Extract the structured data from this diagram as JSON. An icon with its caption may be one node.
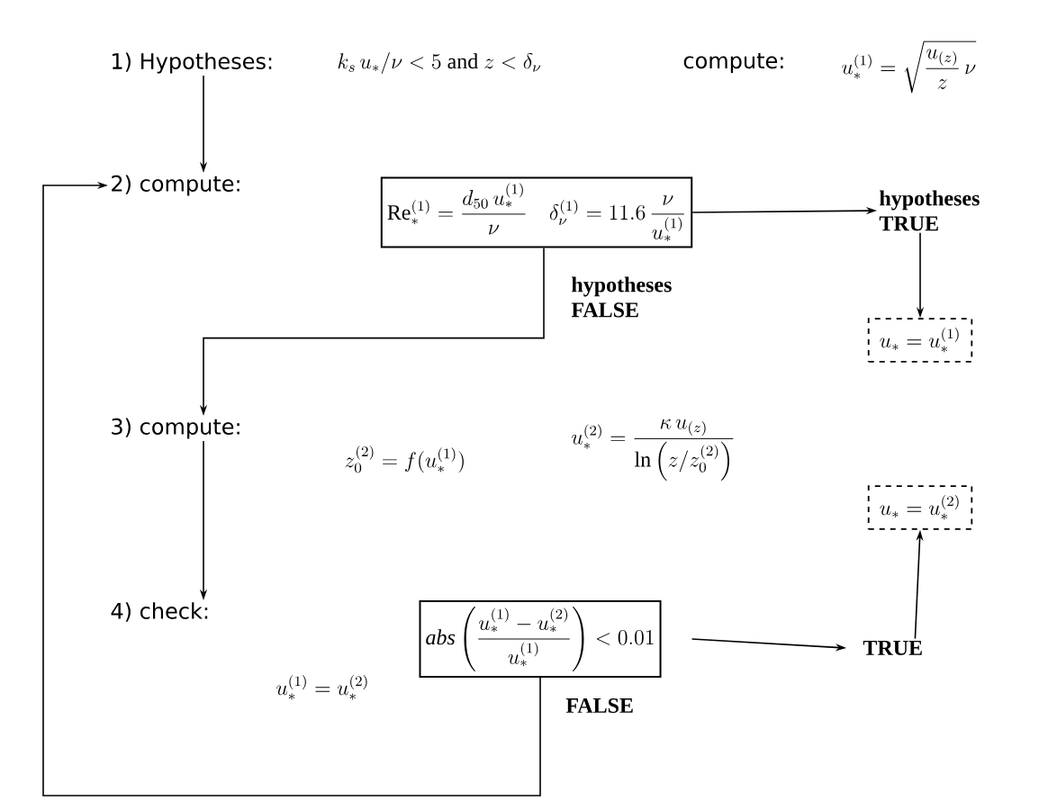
{
  "diagram": {
    "nodes": [
      {
        "text": [
          "1) Hypotheses:"
        ]
      },
      {
        "text": [
          "2) compute:"
        ]
      },
      {
        "text": [
          "\\mathrm{Re}_*^{(1)}=\\frac{d_{50}\\,u_*^{(1)}}{\\nu}",
          "\\delta_\\nu^{(1)}=11.6\\,\\frac{\\nu}{u_*^{(1)}}"
        ]
      },
      {
        "text": [
          "hypotheses TRUE"
        ]
      },
      {
        "text": [
          "u_*=u_*^{(1)}"
        ]
      },
      {
        "text": [
          "3) compute:"
        ]
      },
      {
        "text": [
          "4) check:"
        ]
      },
      {
        "text": [
          "\\mathit{abs}\\left(\\frac{u_*^{(1)}-u_*^{(2)}}{u_*^{(1)}}\\right)<0.01"
        ]
      },
      {
        "text": [
          "TRUE"
        ]
      },
      {
        "text": [
          "u_*=u_*^{(2)}"
        ]
      }
    ],
    "edges": [
      {
        "from": 0,
        "to": 1,
        "arrow": "to"
      },
      {
        "from": 2,
        "to": 3,
        "arrow": "to"
      },
      {
        "from": 3,
        "to": 4,
        "arrow": "to"
      },
      {
        "from": 2,
        "to": 5,
        "arrow": "to",
        "label": "hypotheses FALSE"
      },
      {
        "from": 5,
        "to": 6,
        "arrow": "to"
      },
      {
        "from": 7,
        "to": 8,
        "arrow": "to"
      },
      {
        "from": 8,
        "to": 9,
        "arrow": "to"
      },
      {
        "from": 7,
        "to": 1,
        "arrow": "to",
        "label": "FALSE"
      }
    ],
    "labels": [
      "k_s\\,u_*/\\nu<5\\text{ and }z<\\delta_\\nu",
      "compute:",
      "u_*^{(1)}=\\sqrt{\\frac{u_{(z)}}{z}\\,\\nu}",
      "z_0^{(2)}=f(u_*^{(1)})",
      "u_*^{(2)}=\\frac{\\kappa\\,u_{(z)}}{\\ln\\left(z/z_0^{(2)}\\right)}",
      "u_*^{(1)}=u_*^{(2)}"
    ]
  }
}
